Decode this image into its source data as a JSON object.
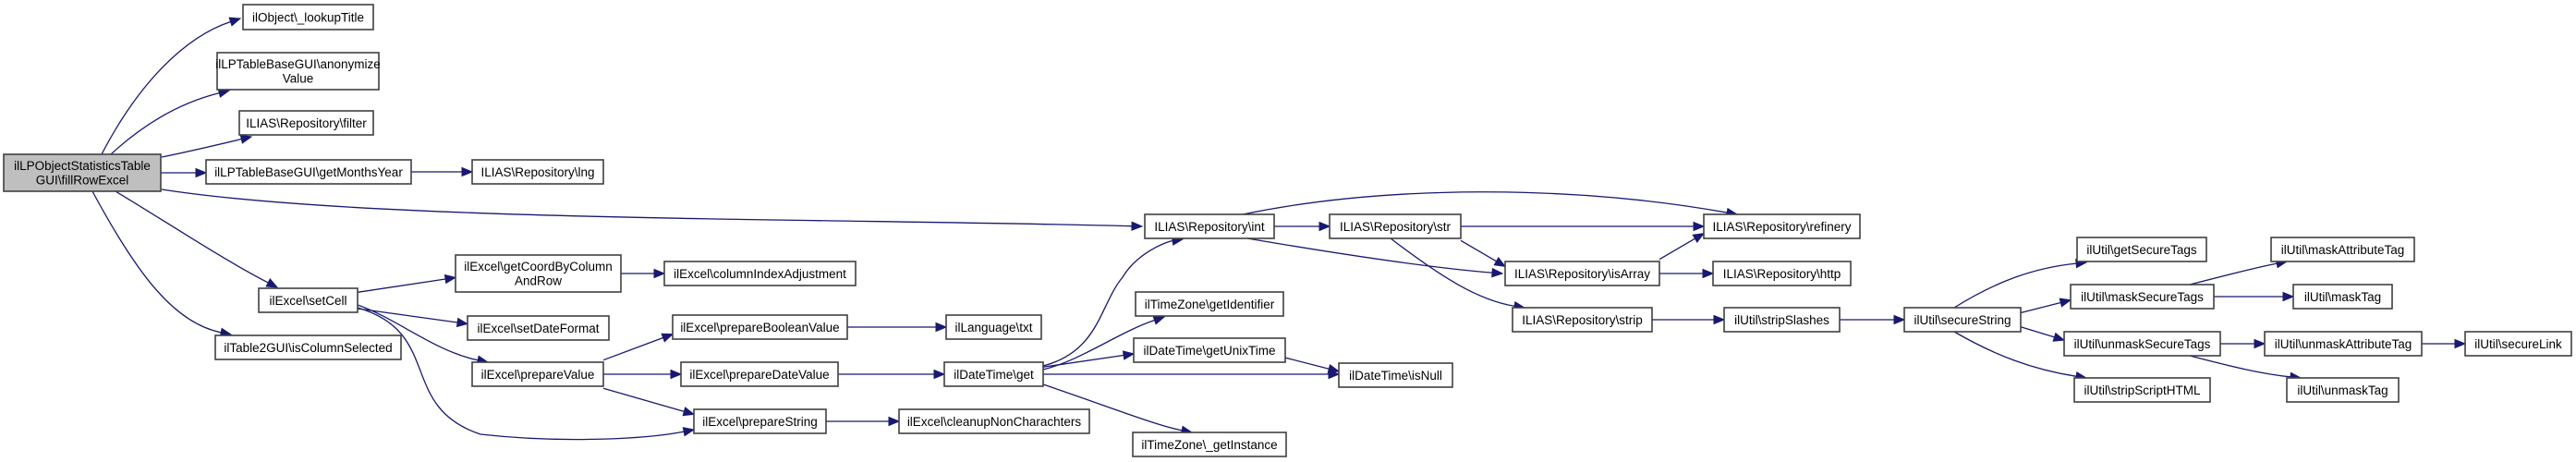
{
  "diagram": {
    "type": "call-graph",
    "colors": {
      "edge": "#191970",
      "root_fill": "#bfbfbf",
      "node_fill": "#ffffff",
      "node_border": "#404040"
    },
    "nodes": [
      {
        "id": "root",
        "lines": [
          "ilLPObjectStatisticsTable",
          "GUI\\fillRowExcel"
        ],
        "root": true
      },
      {
        "id": "lookupTitle",
        "lines": [
          "ilObject\\_lookupTitle"
        ]
      },
      {
        "id": "anonymize",
        "lines": [
          "ilLPTableBaseGUI\\anonymize",
          "Value"
        ]
      },
      {
        "id": "filter",
        "lines": [
          "ILIAS\\Repository\\filter"
        ]
      },
      {
        "id": "getMonthsYear",
        "lines": [
          "ilLPTableBaseGUI\\getMonthsYear"
        ]
      },
      {
        "id": "lng",
        "lines": [
          "ILIAS\\Repository\\lng"
        ]
      },
      {
        "id": "setCell",
        "lines": [
          "ilExcel\\setCell"
        ]
      },
      {
        "id": "isColumnSelected",
        "lines": [
          "ilTable2GUI\\isColumnSelected"
        ]
      },
      {
        "id": "getCoord",
        "lines": [
          "ilExcel\\getCoordByColumn",
          "AndRow"
        ]
      },
      {
        "id": "columnIndexAdj",
        "lines": [
          "ilExcel\\columnIndexAdjustment"
        ]
      },
      {
        "id": "setDateFormat",
        "lines": [
          "ilExcel\\setDateFormat"
        ]
      },
      {
        "id": "prepareValue",
        "lines": [
          "ilExcel\\prepareValue"
        ]
      },
      {
        "id": "prepareBoolean",
        "lines": [
          "ilExcel\\prepareBooleanValue"
        ]
      },
      {
        "id": "prepareDate",
        "lines": [
          "ilExcel\\prepareDateValue"
        ]
      },
      {
        "id": "prepareString",
        "lines": [
          "ilExcel\\prepareString"
        ]
      },
      {
        "id": "languageTxt",
        "lines": [
          "ilLanguage\\txt"
        ]
      },
      {
        "id": "dateTimeGet",
        "lines": [
          "ilDateTime\\get"
        ]
      },
      {
        "id": "cleanup",
        "lines": [
          "ilExcel\\cleanupNonCharachters"
        ]
      },
      {
        "id": "int",
        "lines": [
          "ILIAS\\Repository\\int"
        ]
      },
      {
        "id": "getIdentifier",
        "lines": [
          "ilTimeZone\\getIdentifier"
        ]
      },
      {
        "id": "getUnixTime",
        "lines": [
          "ilDateTime\\getUnixTime"
        ]
      },
      {
        "id": "isNull",
        "lines": [
          "ilDateTime\\isNull"
        ]
      },
      {
        "id": "getInstance",
        "lines": [
          "ilTimeZone\\_getInstance"
        ]
      },
      {
        "id": "str",
        "lines": [
          "ILIAS\\Repository\\str"
        ]
      },
      {
        "id": "isArray",
        "lines": [
          "ILIAS\\Repository\\isArray"
        ]
      },
      {
        "id": "strip",
        "lines": [
          "ILIAS\\Repository\\strip"
        ]
      },
      {
        "id": "refinery",
        "lines": [
          "ILIAS\\Repository\\refinery"
        ]
      },
      {
        "id": "http",
        "lines": [
          "ILIAS\\Repository\\http"
        ]
      },
      {
        "id": "stripSlashes",
        "lines": [
          "ilUtil\\stripSlashes"
        ]
      },
      {
        "id": "secureString",
        "lines": [
          "ilUtil\\secureString"
        ]
      },
      {
        "id": "getSecureTags",
        "lines": [
          "ilUtil\\getSecureTags"
        ]
      },
      {
        "id": "maskSecureTags",
        "lines": [
          "ilUtil\\maskSecureTags"
        ]
      },
      {
        "id": "unmaskSecureTags",
        "lines": [
          "ilUtil\\unmaskSecureTags"
        ]
      },
      {
        "id": "stripScriptHTML",
        "lines": [
          "ilUtil\\stripScriptHTML"
        ]
      },
      {
        "id": "maskAttributeTag",
        "lines": [
          "ilUtil\\maskAttributeTag"
        ]
      },
      {
        "id": "maskTag",
        "lines": [
          "ilUtil\\maskTag"
        ]
      },
      {
        "id": "unmaskAttributeTag",
        "lines": [
          "ilUtil\\unmaskAttributeTag"
        ]
      },
      {
        "id": "unmaskTag",
        "lines": [
          "ilUtil\\unmaskTag"
        ]
      },
      {
        "id": "secureLink",
        "lines": [
          "ilUtil\\secureLink"
        ]
      }
    ],
    "edges": [
      [
        "root",
        "lookupTitle"
      ],
      [
        "root",
        "anonymize"
      ],
      [
        "root",
        "filter"
      ],
      [
        "root",
        "getMonthsYear"
      ],
      [
        "root",
        "int"
      ],
      [
        "root",
        "setCell"
      ],
      [
        "root",
        "isColumnSelected"
      ],
      [
        "getMonthsYear",
        "lng"
      ],
      [
        "setCell",
        "getCoord"
      ],
      [
        "setCell",
        "setDateFormat"
      ],
      [
        "setCell",
        "prepareValue"
      ],
      [
        "setCell",
        "prepareString"
      ],
      [
        "getCoord",
        "columnIndexAdj"
      ],
      [
        "prepareValue",
        "prepareBoolean"
      ],
      [
        "prepareValue",
        "prepareDate"
      ],
      [
        "prepareValue",
        "prepareString"
      ],
      [
        "prepareBoolean",
        "languageTxt"
      ],
      [
        "prepareDate",
        "dateTimeGet"
      ],
      [
        "prepareString",
        "cleanup"
      ],
      [
        "dateTimeGet",
        "int"
      ],
      [
        "dateTimeGet",
        "getIdentifier"
      ],
      [
        "dateTimeGet",
        "getUnixTime"
      ],
      [
        "dateTimeGet",
        "isNull"
      ],
      [
        "dateTimeGet",
        "getInstance"
      ],
      [
        "getUnixTime",
        "isNull"
      ],
      [
        "int",
        "str"
      ],
      [
        "int",
        "refinery"
      ],
      [
        "int",
        "isArray"
      ],
      [
        "str",
        "refinery"
      ],
      [
        "str",
        "isArray"
      ],
      [
        "str",
        "strip"
      ],
      [
        "isArray",
        "refinery"
      ],
      [
        "isArray",
        "http"
      ],
      [
        "strip",
        "stripSlashes"
      ],
      [
        "stripSlashes",
        "secureString"
      ],
      [
        "secureString",
        "getSecureTags"
      ],
      [
        "secureString",
        "maskSecureTags"
      ],
      [
        "secureString",
        "unmaskSecureTags"
      ],
      [
        "secureString",
        "stripScriptHTML"
      ],
      [
        "maskSecureTags",
        "maskAttributeTag"
      ],
      [
        "maskSecureTags",
        "maskTag"
      ],
      [
        "unmaskSecureTags",
        "unmaskAttributeTag"
      ],
      [
        "unmaskSecureTags",
        "unmaskTag"
      ],
      [
        "unmaskAttributeTag",
        "secureLink"
      ]
    ]
  }
}
